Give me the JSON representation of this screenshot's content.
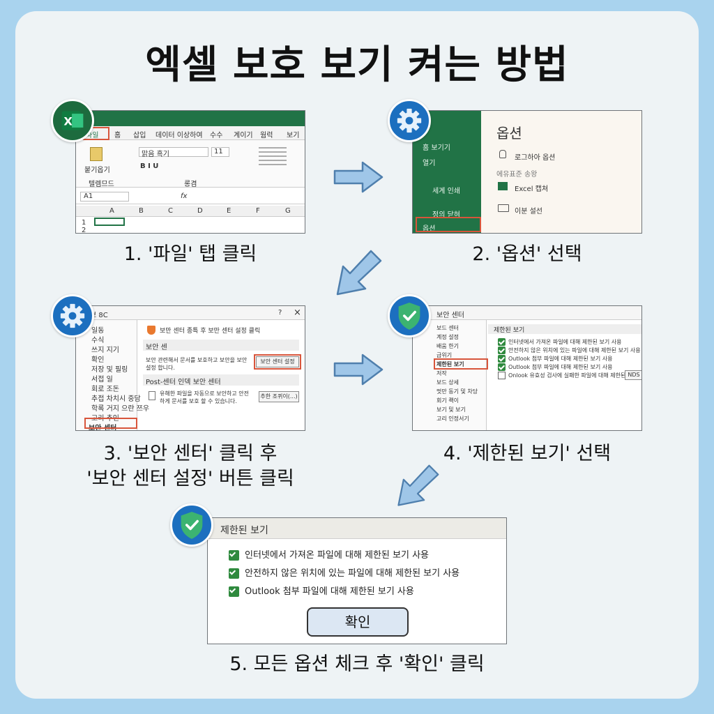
{
  "title": "엑셀 보호 보기 켜는 방법",
  "steps": {
    "s1": {
      "caption": "1. '파일' 탭 클릭",
      "icon": "excel-icon",
      "ribbon_tabs": [
        "파일",
        "홈",
        "삽입",
        "데이터 이상하여",
        "수수",
        "계이기",
        "웜럭",
        "보기"
      ],
      "clipboard_label": "붙기옵기",
      "group_clipboard": "텔렘므드",
      "group_font": "롱겸",
      "font_name": "맑음 흑기",
      "font_size": "11",
      "cell_ref": "A1",
      "fx": "fx",
      "columns": [
        "A",
        "B",
        "C",
        "D",
        "E",
        "F",
        "G"
      ],
      "rows": [
        "1",
        "2"
      ]
    },
    "s2": {
      "caption": "2. '옵션' 선택",
      "icon": "gear-icon",
      "sidebar": [
        "홈 보기기",
        "열기",
        "세계 인쇄",
        "정의 닫혀",
        "옵션"
      ],
      "heading": "옵션",
      "items": [
        "로그하아 옵션",
        "Excel 캡쳐",
        "이분 설선"
      ],
      "section_label": "에유표준 송왕"
    },
    "s3": {
      "caption_lines": [
        "3. '보안 센터' 클릭 후",
        "'보안 센터 설정' 버튼 클릭"
      ],
      "icon": "gear-icon",
      "window_title": "보 8C",
      "close": "×",
      "help": "?",
      "sidebar": [
        "일동",
        "수식",
        "쓰지 지기",
        "확인",
        "저장 및 필링",
        "서접 일",
        "회로 조돈",
        "추접 차치시 중담",
        "학록 거지 으란 쯔우",
        "고리 추인",
        "보안 센터"
      ],
      "heading": "보만 센터 종특 후 보만 센터 설정 클릭",
      "section1": "보안 센",
      "text1": "보안 관련해서 문서를 보호하고 보안을 보안 설정 합니다.",
      "button1": "보안 센터 설정",
      "section2": "Post-센터 인덱 보안 센터",
      "text2": "유해한 파일을 자동으로 보안하고 안전하게 문서를 보호 할 수 있습니다.",
      "button2": "추한 조퀴이(...)"
    },
    "s4": {
      "caption": "4. '제한된 보기' 선택",
      "icon": "shield-check-icon",
      "window_title": "보안 센터",
      "sidebar": [
        "보드 센터",
        "계정 설정",
        "배움 한기",
        "급위기",
        "제한된 보기",
        "저작",
        "보드 상세",
        "멋만 동기 및 차당",
        "회기 쾍이",
        "보기 및 보기",
        "고리 인정서기"
      ],
      "heading": "제한된 보기",
      "items": [
        {
          "label": "인터넷에서 가져온 파일에 대해 제한된 보기 사용",
          "checked": true
        },
        {
          "label": "안전하지 않은 위치에 있는 파일에 대해 제한된 보기 사용",
          "checked": true
        },
        {
          "label": "Outlook 첨부 파일에 대해 제한된 보기 사용",
          "checked": true
        },
        {
          "label": "Outlook 첨부 파일에 대해 제한된 보기 사용",
          "checked": true
        },
        {
          "label": "Onlook 유효성 검사에 실패한 파일에 대해 제한된 보기 사용",
          "checked": false
        }
      ],
      "extra_button": "NDS"
    },
    "s5": {
      "caption": "5. 모든 옵션 체크 후 '확인' 클릭",
      "icon": "shield-check-icon",
      "heading": "제한된 보기",
      "items": [
        "인터넷에서 가져온 파일에 대해 제한된 보기 사용",
        "안전하지 않은 위치에 있는 파일에 대해 제한된 보기 사용",
        "Outlook 첨부 파일에 대해 제한된 보기 사용"
      ],
      "ok_button": "확인"
    }
  },
  "colors": {
    "excel_green": "#217346",
    "accent_red": "#d8553b",
    "badge_blue": "#1c6fbf",
    "arrow_blue": "#9fc6e8"
  }
}
